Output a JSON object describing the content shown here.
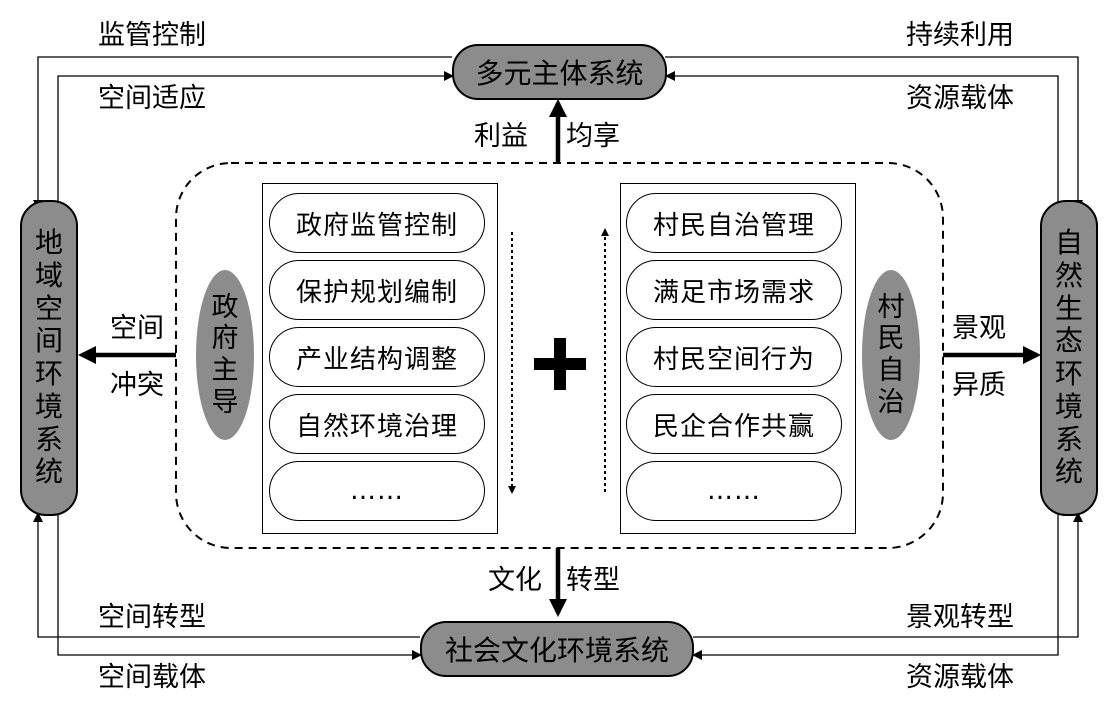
{
  "top_system": "多元主体系统",
  "bottom_system": "社会文化环境系统",
  "left_system": [
    "地",
    "域",
    "空",
    "间",
    "环",
    "境",
    "系",
    "统"
  ],
  "right_system": [
    "自",
    "然",
    "生",
    "态",
    "环",
    "境",
    "系",
    "统"
  ],
  "corner_labels": {
    "top_left_1": "监管控制",
    "top_left_2": "空间适应",
    "top_right_1": "持续利用",
    "top_right_2": "资源载体",
    "bottom_left_1": "空间转型",
    "bottom_left_2": "空间载体",
    "bottom_right_1": "景观转型",
    "bottom_right_2": "资源载体"
  },
  "center_labels": {
    "top_left": "利益",
    "top_right": "均享",
    "bottom_left": "文化",
    "bottom_right": "转型"
  },
  "side_labels": {
    "left_top": "空间",
    "left_bottom": "冲突",
    "right_top": "景观",
    "right_bottom": "异质"
  },
  "government_label": [
    "政",
    "府",
    "主",
    "导"
  ],
  "villager_label": [
    "村",
    "民",
    "自",
    "治"
  ],
  "government_items": [
    "政府监管控制",
    "保护规划编制",
    "产业结构调整",
    "自然环境治理",
    "……"
  ],
  "villager_items": [
    "村民自治管理",
    "满足市场需求",
    "村民空间行为",
    "民企合作共赢",
    "……"
  ]
}
